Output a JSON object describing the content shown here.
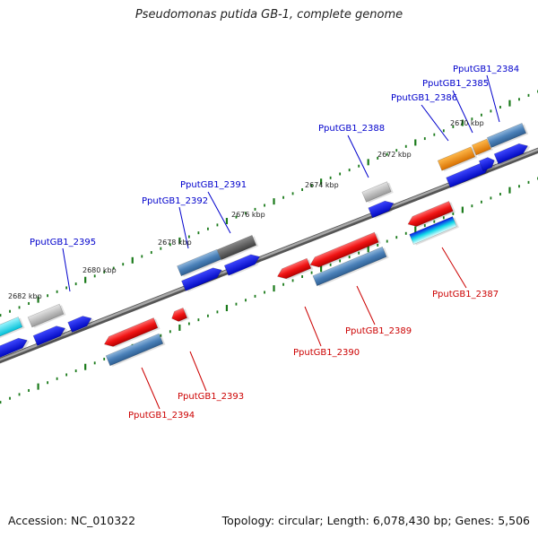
{
  "title": "Pseudomonas putida GB-1, complete genome",
  "footer": {
    "accession": "Accession: NC_010322",
    "summary": "Topology: circular; Length: 6,078,430 bp; Genes: 5,506"
  },
  "ruler": [
    {
      "label": "2682 kbp"
    },
    {
      "label": "2680 kbp"
    },
    {
      "label": "2678 kbp"
    },
    {
      "label": "2676 kbp"
    },
    {
      "label": "2674 kbp"
    },
    {
      "label": "2672 kbp"
    },
    {
      "label": "2670 kbp"
    }
  ],
  "gene_labels_top": [
    {
      "text": "PputGB1_2395"
    },
    {
      "text": "PputGB1_2392"
    },
    {
      "text": "PputGB1_2391"
    },
    {
      "text": "PputGB1_2388"
    },
    {
      "text": "PputGB1_2386"
    },
    {
      "text": "PputGB1_2385"
    },
    {
      "text": "PputGB1_2384"
    }
  ],
  "gene_labels_bottom": [
    {
      "text": "PputGB1_2394"
    },
    {
      "text": "PputGB1_2393"
    },
    {
      "text": "PputGB1_2390"
    },
    {
      "text": "PputGB1_2389"
    },
    {
      "text": "PputGB1_2387"
    }
  ],
  "colors": {
    "top_label": "#0000cc",
    "bottom_label": "#cc0000",
    "backbone": "#777777",
    "tick": "#1a7a1a",
    "blue": "#0a14e6",
    "steel": "#4a80b8",
    "red": "#f01414",
    "grey": "#b8b8b8",
    "darkgrey": "#5c5c5c",
    "orange": "#f08c00",
    "cyan": "#10d8e8"
  }
}
